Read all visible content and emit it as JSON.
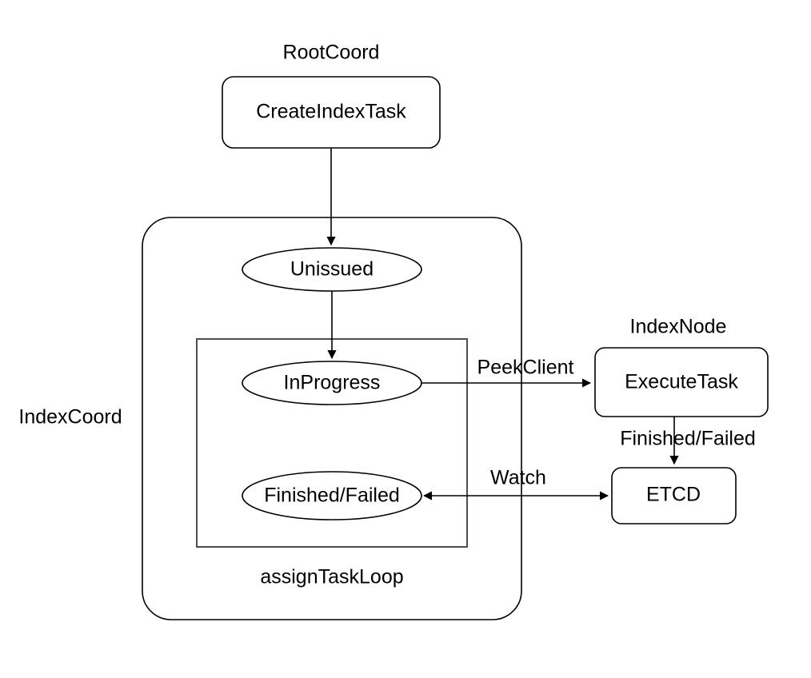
{
  "diagram": {
    "title_text": "",
    "background_color": "#ffffff",
    "stroke_color": "#000000",
    "inner_rect_stroke_color": "#4d4d4d",
    "containers": [
      {
        "id": "indexcoord",
        "label": "IndexCoord"
      },
      {
        "id": "assigntaskloop",
        "label": "assignTaskLoop"
      }
    ],
    "group_labels": [
      {
        "id": "rootcoord",
        "label": "RootCoord"
      },
      {
        "id": "indexnode",
        "label": "IndexNode"
      }
    ],
    "nodes": [
      {
        "id": "create-index-task",
        "label": "CreateIndexTask",
        "shape": "rounded-rect"
      },
      {
        "id": "unissued",
        "label": "Unissued",
        "shape": "ellipse"
      },
      {
        "id": "inprogress",
        "label": "InProgress",
        "shape": "ellipse"
      },
      {
        "id": "finished-failed-state",
        "label": "Finished/Failed",
        "shape": "ellipse"
      },
      {
        "id": "execute-task",
        "label": "ExecuteTask",
        "shape": "rounded-rect"
      },
      {
        "id": "etcd",
        "label": "ETCD",
        "shape": "rounded-rect"
      }
    ],
    "edges": [
      {
        "id": "create-to-unissued",
        "label": "",
        "from": "create-index-task",
        "to": "unissued",
        "arrow": "single"
      },
      {
        "id": "unissued-to-inprogress",
        "label": "",
        "from": "unissued",
        "to": "inprogress",
        "arrow": "single"
      },
      {
        "id": "inprogress-to-executetask",
        "label": "PeekClient",
        "from": "inprogress",
        "to": "execute-task",
        "arrow": "single"
      },
      {
        "id": "executetask-to-etcd",
        "label": "Finished/Failed",
        "from": "execute-task",
        "to": "etcd",
        "arrow": "single"
      },
      {
        "id": "etcd-to-finished",
        "label": "Watch",
        "from": "etcd",
        "to": "finished-failed-state",
        "arrow": "double"
      }
    ]
  }
}
